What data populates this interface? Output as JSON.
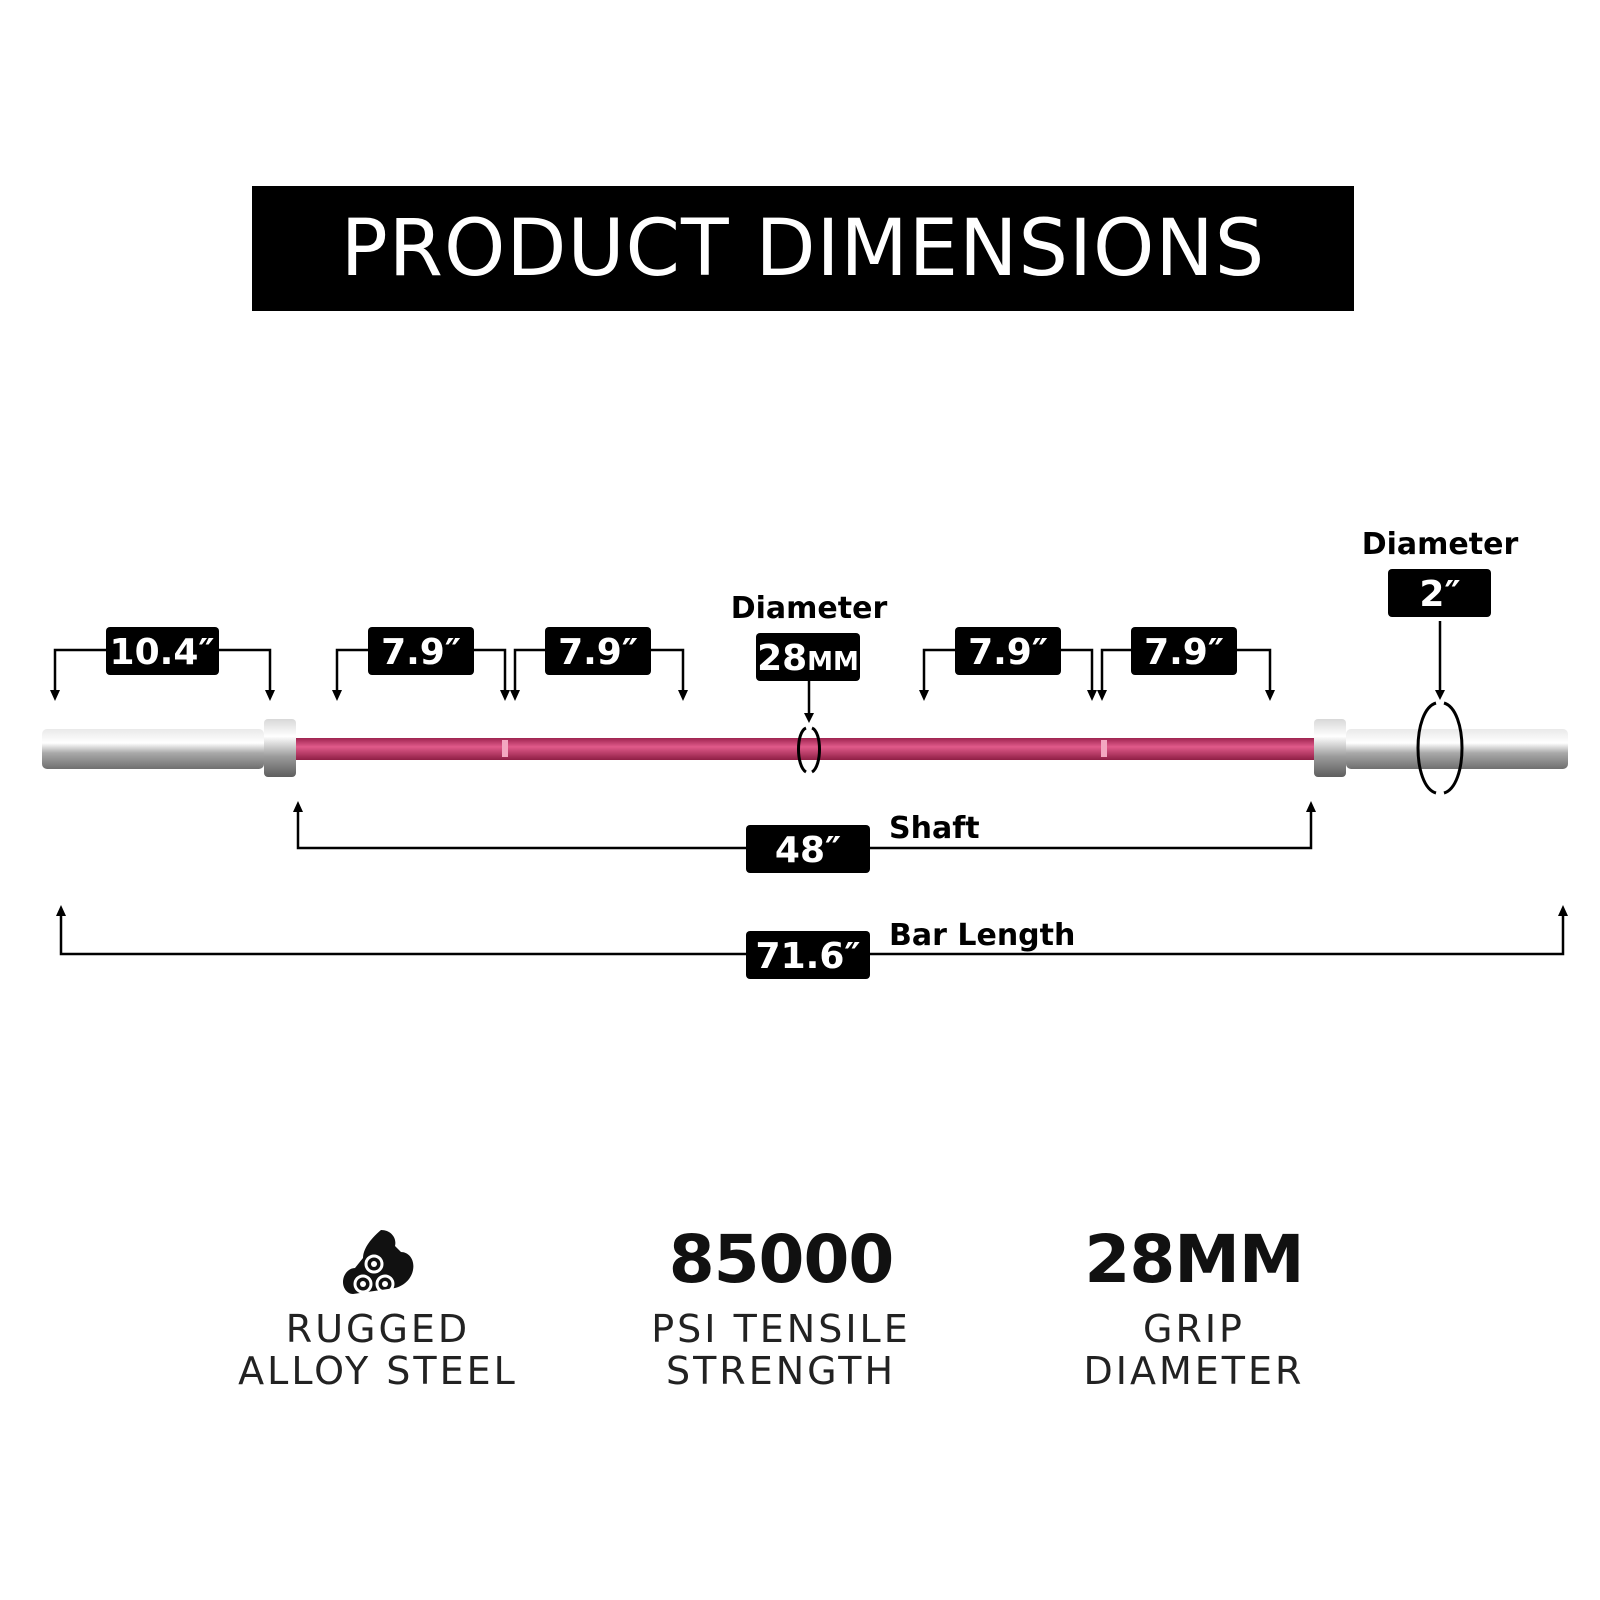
{
  "title": "PRODUCT DIMENSIONS",
  "colors": {
    "bar": "#c93c6c",
    "sleeve": "#b8b8b8",
    "ink": "#000000"
  },
  "dimensions": {
    "sleeve_left": "10.4″",
    "grip_segment_1": "7.9″",
    "grip_segment_2": "7.9″",
    "grip_segment_3": "7.9″",
    "grip_segment_4": "7.9″",
    "shaft_diameter_label": "Diameter",
    "shaft_diameter_value": "28",
    "shaft_diameter_unit": "MM",
    "sleeve_diameter_label": "Diameter",
    "sleeve_diameter_value": "2″",
    "shaft_length_value": "48″",
    "shaft_length_label": "Shaft",
    "bar_length_value": "71.6″",
    "bar_length_label": "Bar Length"
  },
  "features": [
    {
      "icon": "alloy-rolls-icon",
      "line1": "RUGGED",
      "line2": "ALLOY STEEL"
    },
    {
      "big": "85000",
      "line1": "PSI TENSILE",
      "line2": "STRENGTH"
    },
    {
      "big": "28MM",
      "line1": "GRIP",
      "line2": "DIAMETER"
    }
  ]
}
